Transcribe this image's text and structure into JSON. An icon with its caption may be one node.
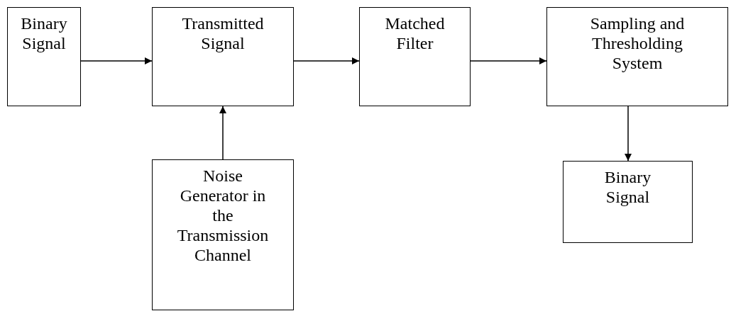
{
  "diagram": {
    "nodes": [
      {
        "text": [
          "Binary Signal"
        ]
      },
      {
        "text": [
          "Transmitted Signal"
        ]
      },
      {
        "text": [
          "Matched Filter"
        ]
      },
      {
        "text": [
          "Sampling and Thresholding System"
        ]
      },
      {
        "text": [
          "Noise Generator in the Transmission Channel"
        ]
      },
      {
        "text": [
          "Binary Signal"
        ]
      }
    ],
    "edges": [
      {
        "from": 0,
        "to": 1,
        "arrow": "to"
      },
      {
        "from": 1,
        "to": 2,
        "arrow": "to"
      },
      {
        "from": 2,
        "to": 3,
        "arrow": "to"
      },
      {
        "from": 4,
        "to": 1,
        "arrow": "to"
      },
      {
        "from": 3,
        "to": 5,
        "arrow": "to"
      }
    ]
  }
}
